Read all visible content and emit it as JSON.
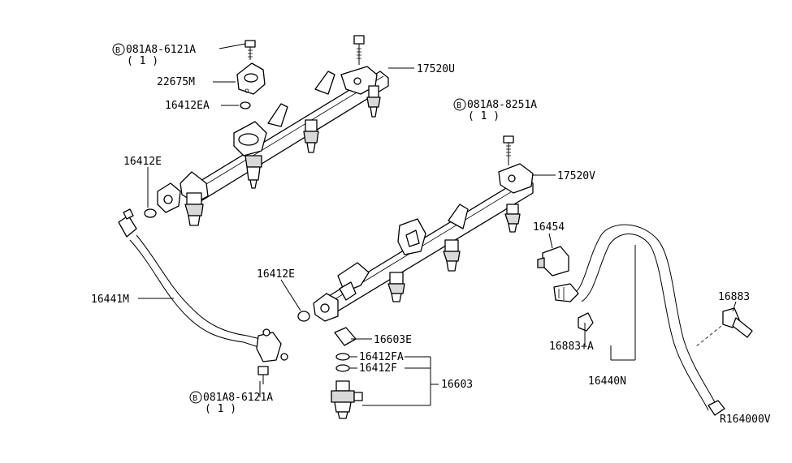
{
  "diagram": {
    "title_code": "R164000V",
    "callouts": {
      "bolt_top_code": "081A8-6121A",
      "bolt_top_qty": "( 1 )",
      "bolt_mid_code": "081A8-8251A",
      "bolt_mid_qty": "( 1 )",
      "bolt_bottom_code": "081A8-6121A",
      "bolt_bottom_qty": "( 1 )",
      "bolt_symbol": "B",
      "p22675M": "22675M",
      "p16412EA": "16412EA",
      "p17520U": "17520U",
      "p17520V": "17520V",
      "p16412E_left": "16412E",
      "p16412E_center": "16412E",
      "p16441M": "16441M",
      "p16454": "16454",
      "p16603E": "16603E",
      "p16412FA": "16412FA",
      "p16412F": "16412F",
      "p16603": "16603",
      "p16883A": "16883+A",
      "p16440N": "16440N",
      "p16883": "16883"
    }
  }
}
